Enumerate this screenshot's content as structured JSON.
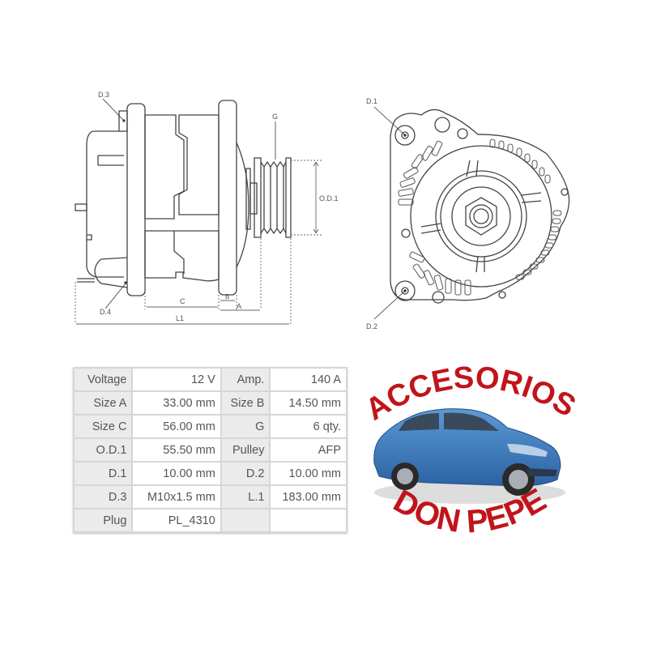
{
  "side_view": {
    "labels": {
      "d3": "D.3",
      "d4": "D.4",
      "g": "G",
      "od1": "O.D.1",
      "c": "C",
      "b": "B",
      "a": "A",
      "l1": "L1"
    }
  },
  "front_view": {
    "labels": {
      "d1": "D.1",
      "d2": "D.2"
    }
  },
  "specs": {
    "rows": [
      {
        "label1": "Voltage",
        "value1": "12 V",
        "label2": "Amp.",
        "value2": "140 A"
      },
      {
        "label1": "Size A",
        "value1": "33.00 mm",
        "label2": "Size B",
        "value2": "14.50 mm"
      },
      {
        "label1": "Size C",
        "value1": "56.00 mm",
        "label2": "G",
        "value2": "6 qty."
      },
      {
        "label1": "O.D.1",
        "value1": "55.50 mm",
        "label2": "Pulley",
        "value2": "AFP"
      },
      {
        "label1": "D.1",
        "value1": "10.00 mm",
        "label2": "D.2",
        "value2": "10.00 mm"
      },
      {
        "label1": "D.3",
        "value1": "M10x1.5 mm",
        "label2": "L.1",
        "value2": "183.00 mm"
      },
      {
        "label1": "Plug",
        "value1": "PL_4310",
        "label2": "",
        "value2": ""
      }
    ]
  },
  "logo": {
    "top_text": "ACCESORIOS",
    "bottom_text": "DON PEPE",
    "text_color": "#c0151b",
    "car_color": "#3f7fc4",
    "image": "blue-sedan-car"
  }
}
